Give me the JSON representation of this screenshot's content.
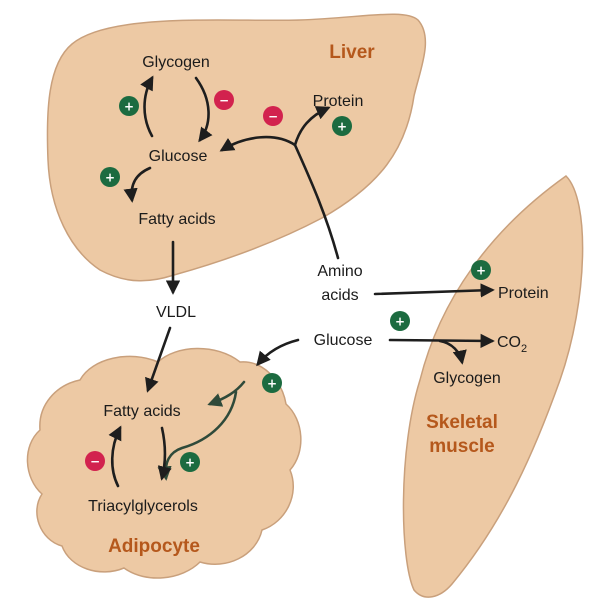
{
  "organs": {
    "liver": "Liver",
    "skeletal_muscle_line1": "Skeletal",
    "skeletal_muscle_line2": "muscle",
    "adipocyte": "Adipocyte"
  },
  "liver_labels": {
    "glycogen": "Glycogen",
    "glucose": "Glucose",
    "protein": "Protein",
    "fatty_acids": "Fatty acids"
  },
  "center_labels": {
    "amino_line1": "Amino",
    "amino_line2": "acids",
    "vldl": "VLDL",
    "glucose": "Glucose"
  },
  "muscle_labels": {
    "protein": "Protein",
    "co2_main": "CO",
    "co2_sub": "2",
    "glycogen": "Glycogen"
  },
  "adipocyte_labels": {
    "fatty_acids": "Fatty acids",
    "triacylglycerols": "Triacylglycerols"
  },
  "signs": {
    "plus": "+",
    "minus": "−"
  },
  "colors": {
    "organ_fill": "#edc9a4",
    "organ_stroke": "#c9a07c",
    "plus_badge": "#1c6b40",
    "minus_badge": "#d2224e",
    "organ_label": "#b5581c"
  }
}
